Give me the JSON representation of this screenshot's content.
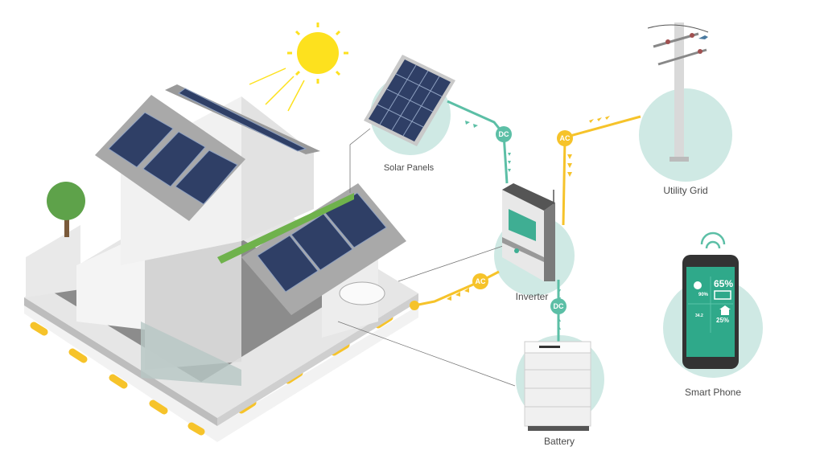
{
  "labels": {
    "solar_panels": "Solar Panels",
    "inverter": "Inverter",
    "utility_grid": "Utility Grid",
    "smart_phone": "Smart Phone",
    "battery": "Battery"
  },
  "badges": {
    "dc": "DC",
    "ac": "AC"
  },
  "phone": {
    "battery_pct": "65%",
    "solar_pct": "90%",
    "home_pct": "25%",
    "ev_value": "34.2"
  },
  "colors": {
    "dc_line": "#5cbfa6",
    "ac_line": "#f6c32a",
    "circle": "#cfe9e4",
    "sun": "#fde11e"
  }
}
